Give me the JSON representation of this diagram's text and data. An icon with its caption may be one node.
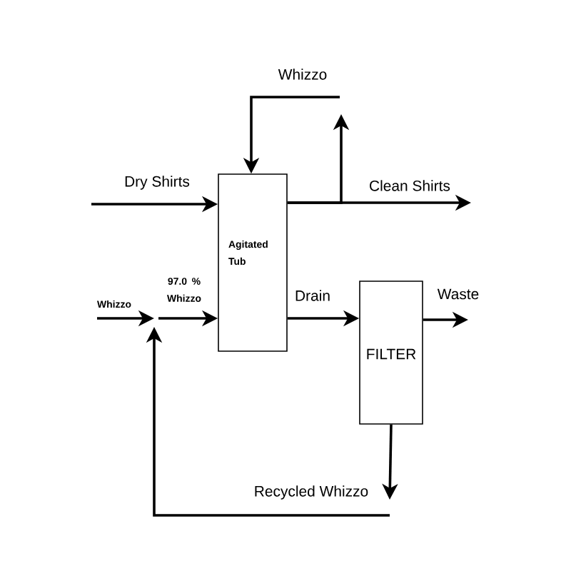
{
  "diagram": {
    "nodes": [
      {
        "text": [
          "Agitated Tub"
        ]
      },
      {
        "text": [
          "FILTER"
        ]
      }
    ],
    "edges": [
      {
        "from": null,
        "to": 0,
        "arrow": "to",
        "label": "Dry Shirts"
      },
      {
        "from": 0,
        "to": null,
        "arrow": "to",
        "label": "Clean Shirts"
      },
      {
        "from": 0,
        "to": null,
        "arrow": "to"
      },
      {
        "from": null,
        "to": 0,
        "arrow": "to",
        "label": "Whizzo"
      },
      {
        "from": null,
        "to": 0,
        "arrow": "to",
        "label": "97.0 % Whizzo"
      },
      {
        "from": 0,
        "to": 1,
        "arrow": "to",
        "label": "Drain"
      },
      {
        "from": 1,
        "to": null,
        "arrow": "to",
        "label": "Waste"
      },
      {
        "from": 1,
        "to": null,
        "arrow": "to",
        "label": "Recycled Whizzo"
      }
    ],
    "labels": [
      "Whizzo"
    ]
  }
}
